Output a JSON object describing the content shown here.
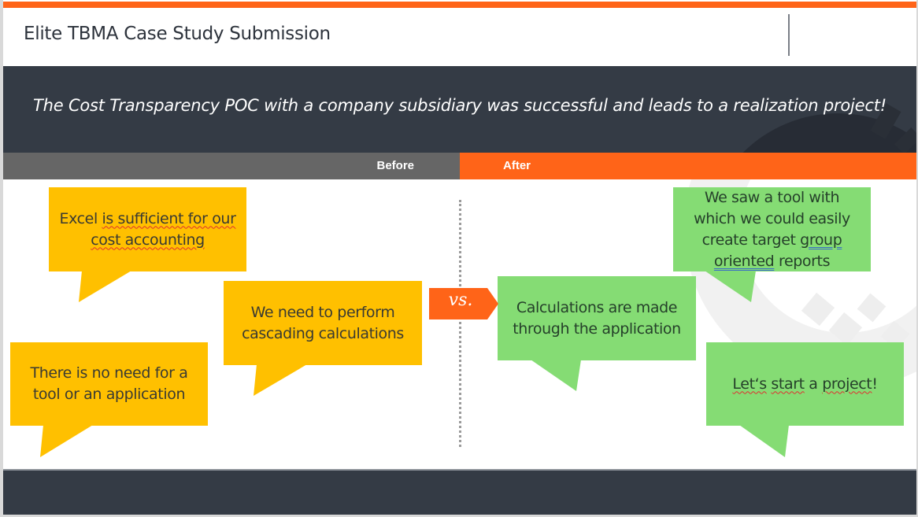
{
  "slide": {
    "title": "Elite TBMA Case Study Submission",
    "headline": "The Cost Transparency POC with a company subsidiary was successful and leads to a realization project!",
    "tabs": {
      "before": "Before",
      "after": "After"
    },
    "vs_label": "vs.",
    "colors": {
      "accent_orange": "#ff6418",
      "dark_slate": "#343b45",
      "before_gray": "#666666",
      "before_bubble": "#ffc000",
      "after_bubble": "#85dc74"
    },
    "before_bubbles": [
      {
        "line1_pre": "Excel ",
        "line1_sq": "is sufficient for our",
        "line2_sq": "cost accounting"
      },
      {
        "line1": "We need to perform",
        "line2": "cascading calculations"
      },
      {
        "line1": "There is no need for a",
        "line2": "tool or an application"
      }
    ],
    "after_bubbles": [
      {
        "line1": "We saw a tool with",
        "line2": "which we could easily",
        "line3_pre": "create target ",
        "line3_sq": "group",
        "line4_sq": "oriented",
        "line4_post": " reports"
      },
      {
        "line1": "Calculations are made",
        "line2": "through the application"
      },
      {
        "sq1": "Let‘s",
        "sp1": " ",
        "sq2": "start",
        "mid": " a ",
        "sq3": "project",
        "post": "!"
      }
    ]
  }
}
